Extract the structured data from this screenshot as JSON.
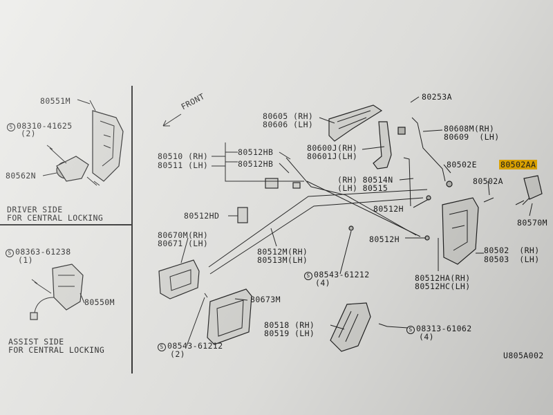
{
  "labels": {
    "p80551M": "80551M",
    "s08310": "08310-41625",
    "s08310q": "(2)",
    "p80562N": "80562N",
    "driver1": "DRIVER SIDE",
    "driver2": "FOR CENTRAL LOCKING",
    "s08363": "08363-61238",
    "s08363q": "(1)",
    "p80550M": "80550M",
    "assist1": "ASSIST SIDE",
    "assist2": "FOR CENTRAL LOCKING",
    "front": "FRONT",
    "p80605": "80605 (RH)",
    "p80606": "80606 (LH)",
    "p80253A": "80253A",
    "p80608M": "80608M(RH)",
    "p80609": "80609  (LH)",
    "p80510": "80510 (RH)",
    "p80511": "80511 (LH)",
    "p80512HB_1": "80512HB",
    "p80512HB_2": "80512HB",
    "p80600J": "80600J(RH)",
    "p80601J": "80601J(LH)",
    "p80502E": "80502E",
    "p80502AA": "80502AA",
    "p80514N": "(RH) 80514N",
    "p80515": "(LH) 80515",
    "p80502A": "80502A",
    "p80512HD": "80512HD",
    "p80512H_1": "80512H",
    "p80570M": "80570M",
    "p80670M": "80670M(RH)",
    "p80671": "80671 (LH)",
    "p80512M": "80512M(RH)",
    "p80513M": "80513M(LH)",
    "p80512H_2": "80512H",
    "p80502": "80502  (RH)",
    "p80503": "80503  (LH)",
    "s08543_a": "08543-61212",
    "s08543_aq": "(4)",
    "p80512HA": "80512HA(RH)",
    "p80512HC": "80512HC(LH)",
    "p80673M": "80673M",
    "p80518": "80518 (RH)",
    "p80519": "80519 (LH)",
    "s08313": "08313-61062",
    "s08313q": "(4)",
    "s08543_b": "08543-61212",
    "s08543_bq": "(2)",
    "code": "U805A002"
  },
  "symbols": {
    "screw_mark": "S"
  },
  "colors": {
    "paper": "#e9e9e6",
    "ink": "#1e1e1e",
    "highlight": "#f4b400"
  }
}
